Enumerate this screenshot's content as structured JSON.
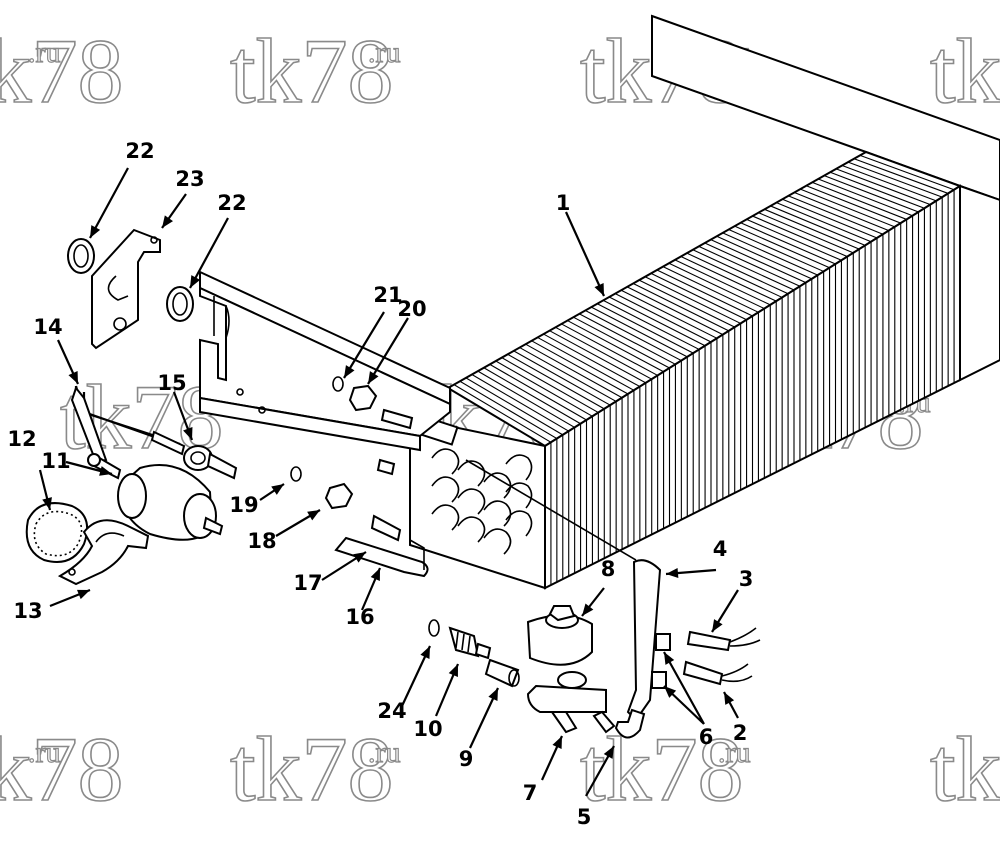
{
  "watermark": {
    "text": "tk78",
    "suffix": ".ru"
  },
  "callouts": [
    {
      "id": "1",
      "label": "1"
    },
    {
      "id": "2",
      "label": "2"
    },
    {
      "id": "3",
      "label": "3"
    },
    {
      "id": "4",
      "label": "4"
    },
    {
      "id": "5",
      "label": "5"
    },
    {
      "id": "6",
      "label": "6"
    },
    {
      "id": "7",
      "label": "7"
    },
    {
      "id": "8",
      "label": "8"
    },
    {
      "id": "9",
      "label": "9"
    },
    {
      "id": "10",
      "label": "10"
    },
    {
      "id": "11",
      "label": "11"
    },
    {
      "id": "12",
      "label": "12"
    },
    {
      "id": "13",
      "label": "13"
    },
    {
      "id": "14",
      "label": "14"
    },
    {
      "id": "15",
      "label": "15"
    },
    {
      "id": "16",
      "label": "16"
    },
    {
      "id": "17",
      "label": "17"
    },
    {
      "id": "18",
      "label": "18"
    },
    {
      "id": "19",
      "label": "19"
    },
    {
      "id": "20",
      "label": "20"
    },
    {
      "id": "21",
      "label": "21"
    },
    {
      "id": "22a",
      "label": "22"
    },
    {
      "id": "22b",
      "label": "22"
    },
    {
      "id": "23",
      "label": "23"
    },
    {
      "id": "24",
      "label": "24"
    }
  ]
}
